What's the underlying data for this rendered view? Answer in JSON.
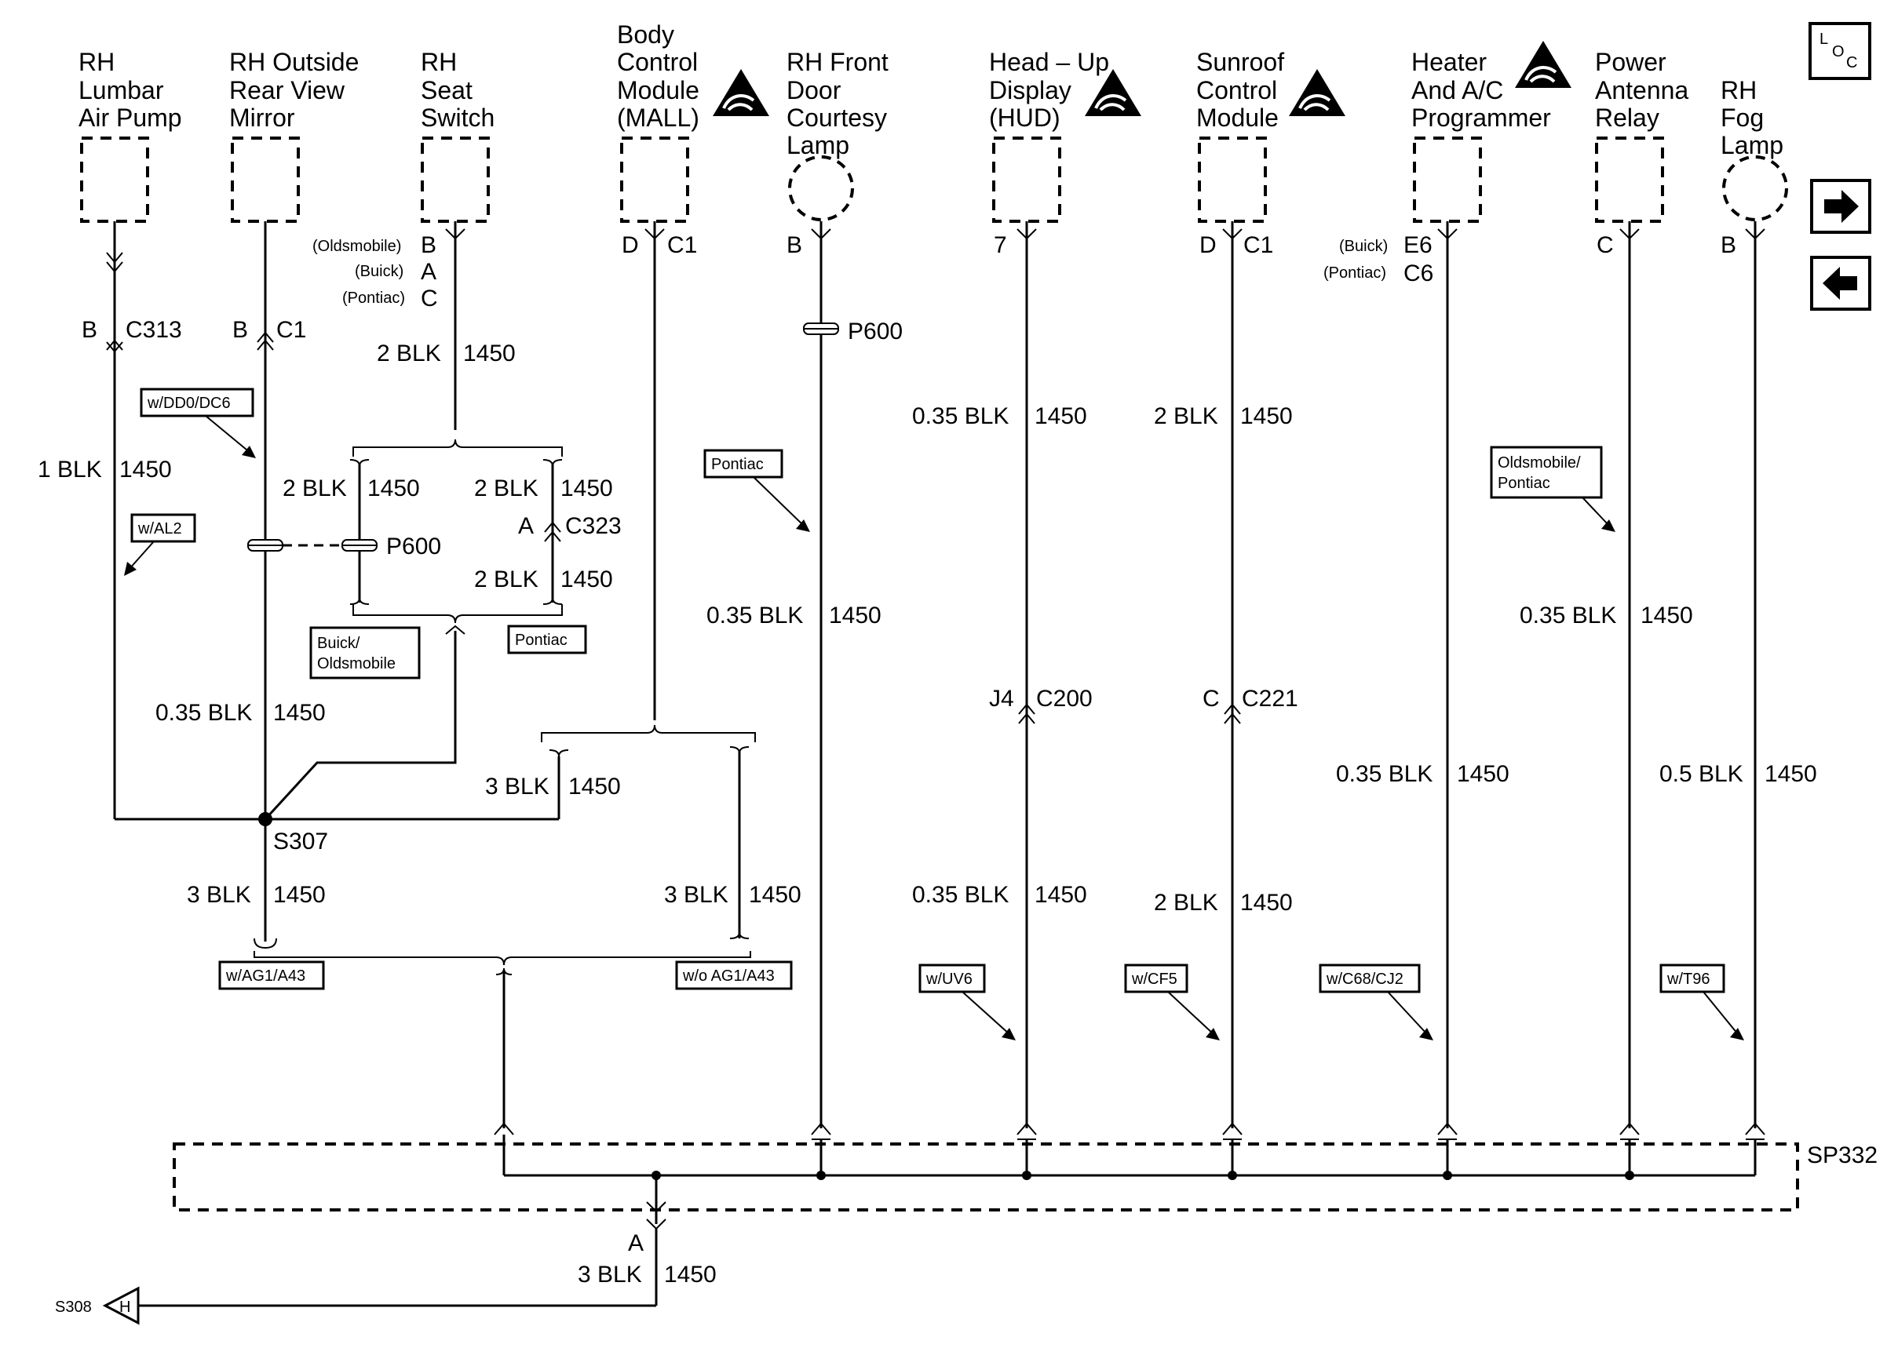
{
  "components": {
    "lumbar": [
      "RH",
      "Lumbar",
      "Air Pump"
    ],
    "mirror": [
      "RH Outside",
      "Rear View",
      "Mirror"
    ],
    "seat": [
      "RH",
      "Seat",
      "Switch"
    ],
    "bcm": [
      "Body",
      "Control",
      "Module",
      "(MALL)"
    ],
    "courtesy": [
      "RH Front",
      "Door",
      "Courtesy",
      "Lamp"
    ],
    "hud": [
      "Head – Up",
      "Display",
      "(HUD)"
    ],
    "sunroof": [
      "Sunroof",
      "Control",
      "Module"
    ],
    "hvac": [
      "Heater",
      "And A/C",
      "Programmer"
    ],
    "antenna": [
      "Power",
      "Antenna",
      "Relay"
    ],
    "fog": [
      "RH",
      "Fog",
      "Lamp"
    ]
  },
  "pins": {
    "lumbar": "B",
    "lumbar_conn": "C313",
    "mirror": "B",
    "mirror_conn": "C1",
    "seat_olds_note": "(Oldsmobile)",
    "seat_olds": "B",
    "seat_buick_note": "(Buick)",
    "seat_buick": "A",
    "seat_pontiac_note": "(Pontiac)",
    "seat_pontiac": "C",
    "bcm": "D",
    "bcm_conn": "C1",
    "courtesy": "B",
    "hud": "7",
    "sunroof": "D",
    "sunroof_conn": "C1",
    "hvac_buick_note": "(Buick)",
    "hvac_buick": "E6",
    "hvac_pontiac_note": "(Pontiac)",
    "hvac_pontiac": "C6",
    "antenna": "C",
    "fog": "B"
  },
  "wires": {
    "seat_top": "2 BLK",
    "circuit": "1450",
    "lumbar": "1 BLK",
    "p600_left": "2 BLK",
    "c323_top": "2 BLK",
    "c323_bottom": "2 BLK",
    "mirror_lower": "0.35 BLK",
    "seat_to_splice": "3 BLK",
    "s307_down": "3 BLK",
    "bcm_down": "3 BLK",
    "courtesy": "0.35 BLK",
    "hud_top": "0.35 BLK",
    "hud_bottom": "0.35 BLK",
    "sunroof_top": "2 BLK",
    "sunroof_bottom": "2 BLK",
    "hvac": "0.35 BLK",
    "antenna": "0.35 BLK",
    "fog": "0.5 BLK",
    "ground_out": "3 BLK"
  },
  "connectors": {
    "p600": "P600",
    "c323_pin": "A",
    "c323": "C323",
    "c200_pin": "J4",
    "c200": "C200",
    "c221_pin": "C",
    "c221": "C221",
    "splice_s307": "S307",
    "splice_pack": "SP332",
    "sp332_pin": "A",
    "ground_ref": "S308",
    "ground_ref_letter": "H"
  },
  "options": {
    "dd0": "w/DD0/DC6",
    "al2": "w/AL2",
    "buick_olds": [
      "Buick/",
      "Oldsmobile"
    ],
    "pontiac_seat": "Pontiac",
    "pontiac_courtesy": "Pontiac",
    "olds_pontiac": [
      "Oldsmobile/",
      "Pontiac"
    ],
    "ag1": "w/AG1/A43",
    "wo_ag1": "w/o AG1/A43",
    "uv6": "w/UV6",
    "cf5": "w/CF5",
    "c68": "w/C68/CJ2",
    "t96": "w/T96"
  },
  "nav": {
    "loc_l": "L",
    "loc_o": "O",
    "loc_c": "C",
    "next_icon": "arrow-right-icon",
    "prev_icon": "arrow-left-icon"
  }
}
